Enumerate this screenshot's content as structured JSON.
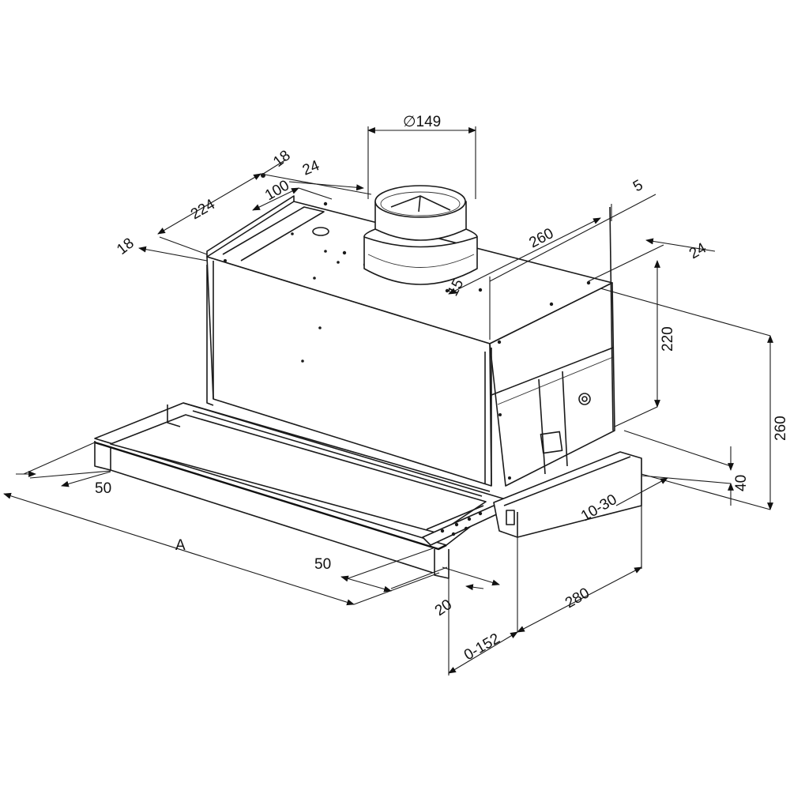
{
  "dimensions": {
    "duct_diameter": "∅149",
    "top_18": "18",
    "top_24": "24",
    "top_100": "100",
    "top_224": "224",
    "left_18": "18",
    "top_5": "5",
    "top_260": "260",
    "top_15": "15",
    "right_24": "24",
    "height_220": "220",
    "height_260": "260",
    "height_40": "40",
    "depth_10_30": "10-30",
    "front_50_left": "50",
    "width_A": "A",
    "front_50_right": "50",
    "front_20": "20",
    "depth_280": "280",
    "extension_0_152": "0-152"
  }
}
